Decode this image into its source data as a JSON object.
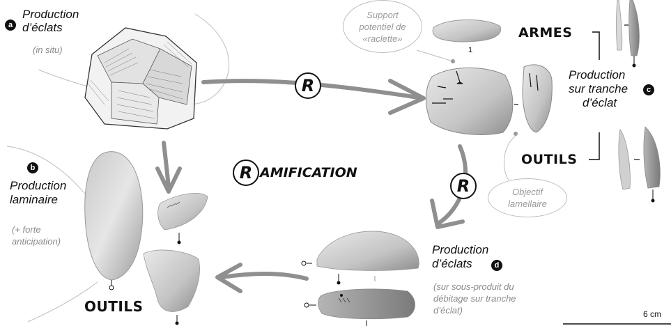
{
  "a": {
    "badge": "a",
    "title_line1": "Production",
    "title_line2": "d’éclats",
    "note": "(in situ)"
  },
  "b": {
    "badge": "b",
    "title_line1": "Production",
    "title_line2": "laminaire",
    "note_line1": "(+ forte",
    "note_line2": "anticipation)"
  },
  "c": {
    "badge": "c",
    "title_line1": "Production",
    "title_line2": "sur tranche",
    "title_line3": "d’éclat"
  },
  "d": {
    "badge": "d",
    "title_line1": "Production",
    "title_line2": "d’éclats",
    "note_line1": "(sur sous-produit du",
    "note_line2": "débitage sur tranche",
    "note_line3": "d’éclat)"
  },
  "center_title": {
    "r": "R",
    "rest": "AMIFICATION"
  },
  "r_symbol": "R",
  "bubbles": {
    "support": {
      "line1": "Support",
      "line2": "potentiel de",
      "line3": "«raclette»"
    },
    "objectif": {
      "line1": "Objectif",
      "line2": "lamellaire"
    }
  },
  "labels": {
    "armes": "ARMES",
    "outils_right": "OUTILS",
    "outils_left": "OUTILS"
  },
  "fig_number": "1",
  "scale_label": "6 cm",
  "colors": {
    "arrow": "#8f8f8f",
    "stone_light": "#d6d6d6",
    "stone_mid": "#a9a9a9",
    "ink": "#111111",
    "bubble_line": "#bdbdbd"
  }
}
